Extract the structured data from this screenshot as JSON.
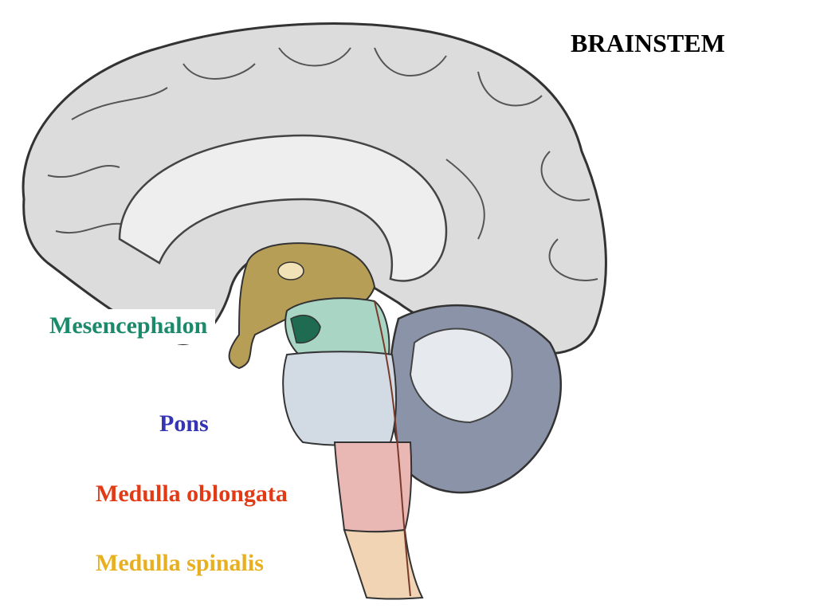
{
  "title": "BRAINSTEM",
  "labels": {
    "mesencephalon": "Mesencephalon",
    "pons": "Pons",
    "medulla_oblongata": "Medulla oblongata",
    "medulla_spinalis": "Medulla spinalis"
  },
  "colors": {
    "mesencephalon": "#1a8a6a",
    "pons": "#3434b4",
    "medulla_oblongata": "#e23a14",
    "medulla_spinalis": "#e8b020",
    "cerebrum": "#dcdcdc",
    "diencephalon": "#b79e57",
    "midbrain_fill": "#a9d5c5",
    "pons_fill": "#d2dbe4",
    "medulla_fill": "#e9b7b4",
    "spinal_fill": "#f0d4b4",
    "cerebellum": "#8a93a8"
  }
}
